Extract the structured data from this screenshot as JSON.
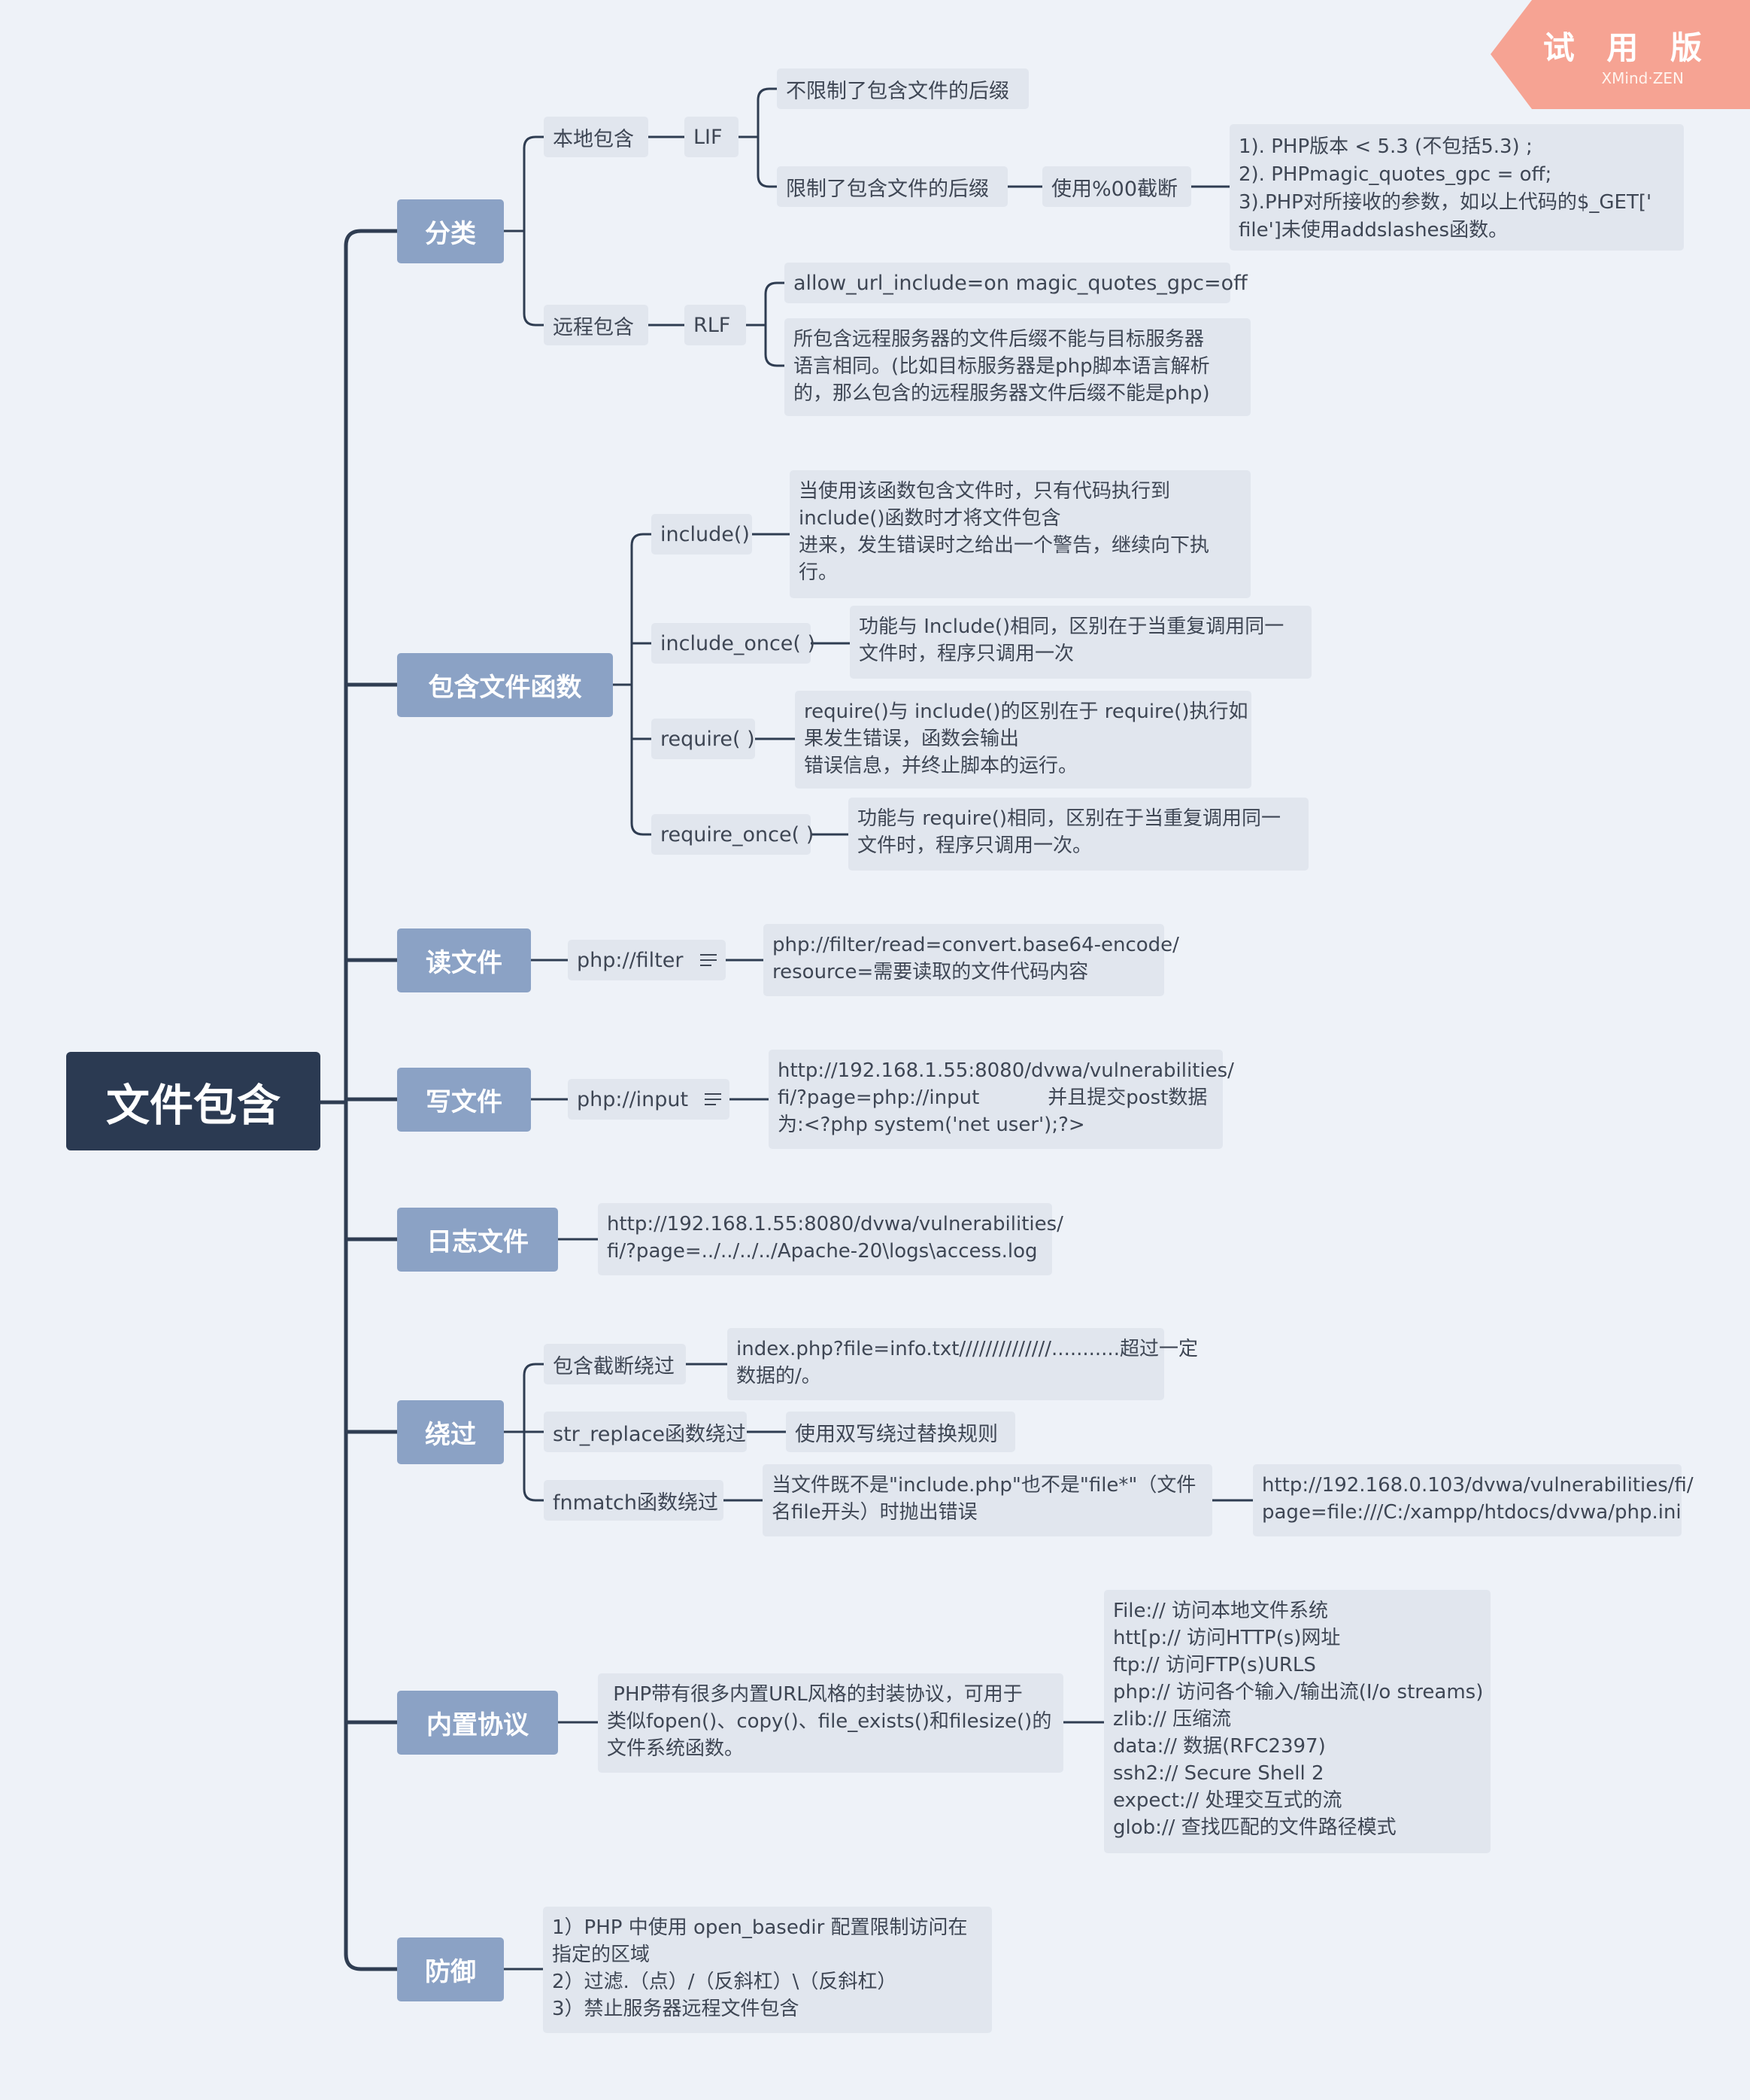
{
  "watermark": {
    "title": "试 用 版",
    "subtitle": "XMind·ZEN"
  },
  "colors": {
    "background": "#eef2f8",
    "root": "#2b3a52",
    "main_topic": "#8ba2c5",
    "sub_topic": "#e1e6ee",
    "line": "#2f3d52",
    "watermark": "#f6a393"
  },
  "root": {
    "label": "文件包含"
  },
  "branches": {
    "classify": {
      "label": "分类",
      "local": {
        "label": "本地包含",
        "type": "LIF",
        "no_limit": "不限制了包含文件的后缀",
        "limit": "限制了包含文件的后缀",
        "truncate": "使用%00截断",
        "conditions": [
          "1). PHP版本 < 5.3 (不包括5.3) ;",
          "2). PHPmagic_quotes_gpc = off;",
          "3).PHP对所接收的参数，如以上代码的$_GET['",
          "file']未使用addslashes函数。"
        ]
      },
      "remote": {
        "label": "远程包含",
        "type": "RLF",
        "config": "allow_url_include=on   magic_quotes_gpc=off",
        "note": [
          "所包含远程服务器的文件后缀不能与目标服务器",
          "语言相同。(比如目标服务器是php脚本语言解析",
          "的，那么包含的远程服务器文件后缀不能是php)"
        ]
      }
    },
    "functions": {
      "label": "包含文件函数",
      "items": [
        {
          "name": "include()",
          "desc": [
            "当使用该函数包含文件时，只有代码执行到",
            "include()函数时才将文件包含",
            "进来，发生错误时之给出一个警告，继续向下执",
            "行。"
          ]
        },
        {
          "name": "include_once( )",
          "desc": [
            "功能与 Include()相同，区别在于当重复调用同一",
            "文件时，程序只调用一次"
          ]
        },
        {
          "name": "require( )",
          "desc": [
            "require()与 include()的区别在于 require()执行如",
            "果发生错误，函数会输出",
            "错误信息，并终止脚本的运行。"
          ]
        },
        {
          "name": "require_once( )",
          "desc": [
            "功能与 require()相同，区别在于当重复调用同一",
            "文件时，程序只调用一次。"
          ]
        }
      ]
    },
    "read": {
      "label": "读文件",
      "wrapper": "php://filter",
      "detail": [
        "php://filter/read=convert.base64-encode/",
        "resource=需要读取的文件代码内容"
      ]
    },
    "write": {
      "label": "写文件",
      "wrapper": "php://input",
      "detail": [
        "http://192.168.1.55:8080/dvwa/vulnerabilities/",
        "fi/?page=php://input           并且提交post数据",
        "为:<?php system('net user');?>"
      ]
    },
    "log": {
      "label": "日志文件",
      "detail": [
        "http://192.168.1.55:8080/dvwa/vulnerabilities/",
        "fi/?page=../../../../Apache-20\\logs\\access.log"
      ]
    },
    "bypass": {
      "label": "绕过",
      "truncate": {
        "label": "包含截断绕过",
        "detail": [
          "index.php?file=info.txt//////////////...........超过一定",
          "数据的/。"
        ]
      },
      "str_replace": {
        "label": "str_replace函数绕过",
        "detail": "使用双写绕过替换规则"
      },
      "fnmatch": {
        "label": "fnmatch函数绕过",
        "detail": [
          "当文件既不是\"include.php\"也不是\"file*\"（文件",
          "名file开头）时抛出错误"
        ],
        "example": [
          "http://192.168.0.103/dvwa/vulnerabilities/fi/",
          "page=file:///C:/xampp/htdocs/dvwa/php.ini"
        ]
      }
    },
    "protocols": {
      "label": "内置协议",
      "desc": [
        " PHP带有很多内置URL风格的封装协议，可用于",
        "类似fopen()、copy()、file_exists()和filesize()的",
        "文件系统函数。"
      ],
      "list": [
        "File:// 访问本地文件系统",
        "htt[p:// 访问HTTP(s)网址",
        "ftp:// 访问FTP(s)URLS",
        "php:// 访问各个输入/输出流(I/o streams)",
        "zlib:// 压缩流",
        "data:// 数据(RFC2397)",
        "ssh2:// Secure Shell 2",
        "expect:// 处理交互式的流",
        "glob:// 查找匹配的文件路径模式"
      ]
    },
    "defense": {
      "label": "防御",
      "items": [
        "1）PHP 中使用 open_basedir 配置限制访问在",
        "指定的区域",
        "2）过滤.（点）/（反斜杠）\\（反斜杠）",
        "3）禁止服务器远程文件包含"
      ]
    }
  }
}
